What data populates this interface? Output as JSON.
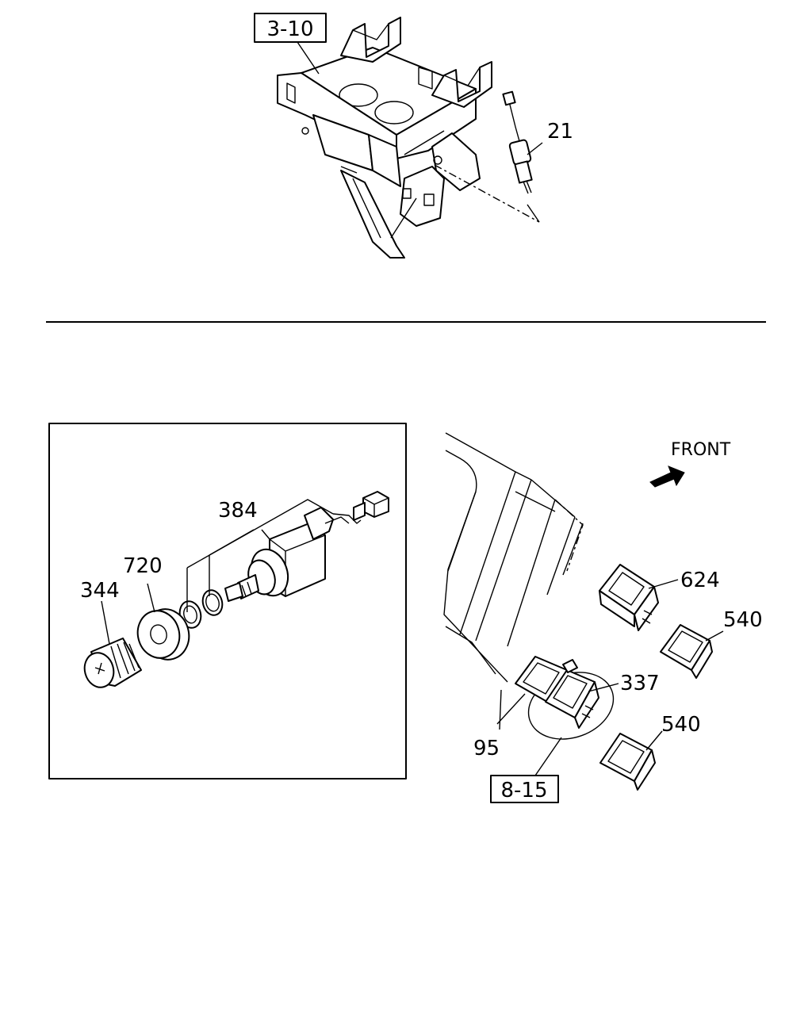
{
  "top": {
    "ref_box": "3-10",
    "part_21": "21"
  },
  "inset": {
    "part_384": "384",
    "part_720": "720",
    "part_344": "344"
  },
  "right": {
    "front_label": "FRONT",
    "part_624": "624",
    "part_540_a": "540",
    "part_337": "337",
    "part_540_b": "540",
    "part_95": "95",
    "ref_box": "8-15"
  }
}
